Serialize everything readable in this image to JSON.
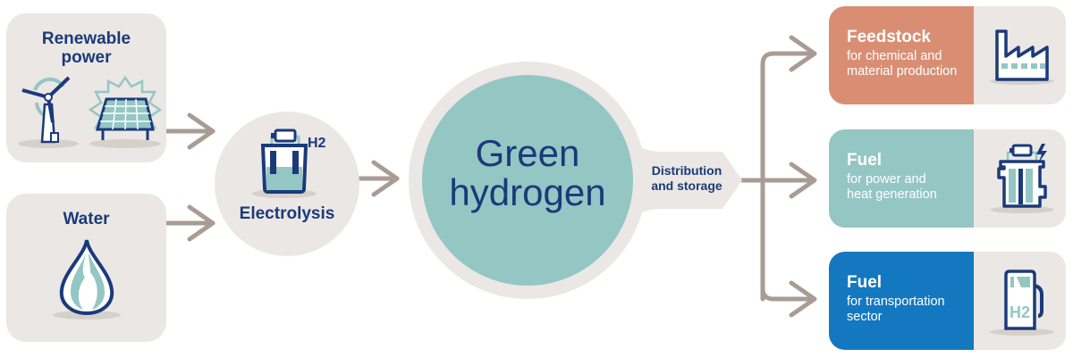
{
  "inputs": [
    {
      "title_line1": "Renewable",
      "title_line2": "power",
      "icons": [
        "wind-turbine-icon",
        "solar-panel-icon"
      ]
    },
    {
      "title": "Water",
      "icon": "water-drop-icon"
    }
  ],
  "process": {
    "label": "Electrolysis",
    "icon": "electrolyzer-h2-icon",
    "icon_text": "H2"
  },
  "product": {
    "title_line1": "Green",
    "title_line2": "hydrogen"
  },
  "distribution": {
    "line1": "Distribution",
    "line2": "and storage"
  },
  "outputs": [
    {
      "title": "Feedstock",
      "sub_line1": "for chemical and",
      "sub_line2": "material production",
      "color": "#d98e74",
      "icon": "factory-icon"
    },
    {
      "title": "Fuel",
      "sub_line1": "for power and",
      "sub_line2": "heat generation",
      "color": "#94c6c4",
      "icon": "fuel-cell-icon"
    },
    {
      "title": "Fuel",
      "sub_line1": "for transportation",
      "sub_line2": "sector",
      "color": "#1478c0",
      "icon": "h2-fuel-pump-icon",
      "icon_text": "H2"
    }
  ],
  "colors": {
    "navy": "#1a3a7a",
    "teal": "#94c6c4",
    "panel": "#ebe7e4",
    "arrow": "#a89c94",
    "feedstock": "#d98e74",
    "transport": "#1478c0"
  }
}
